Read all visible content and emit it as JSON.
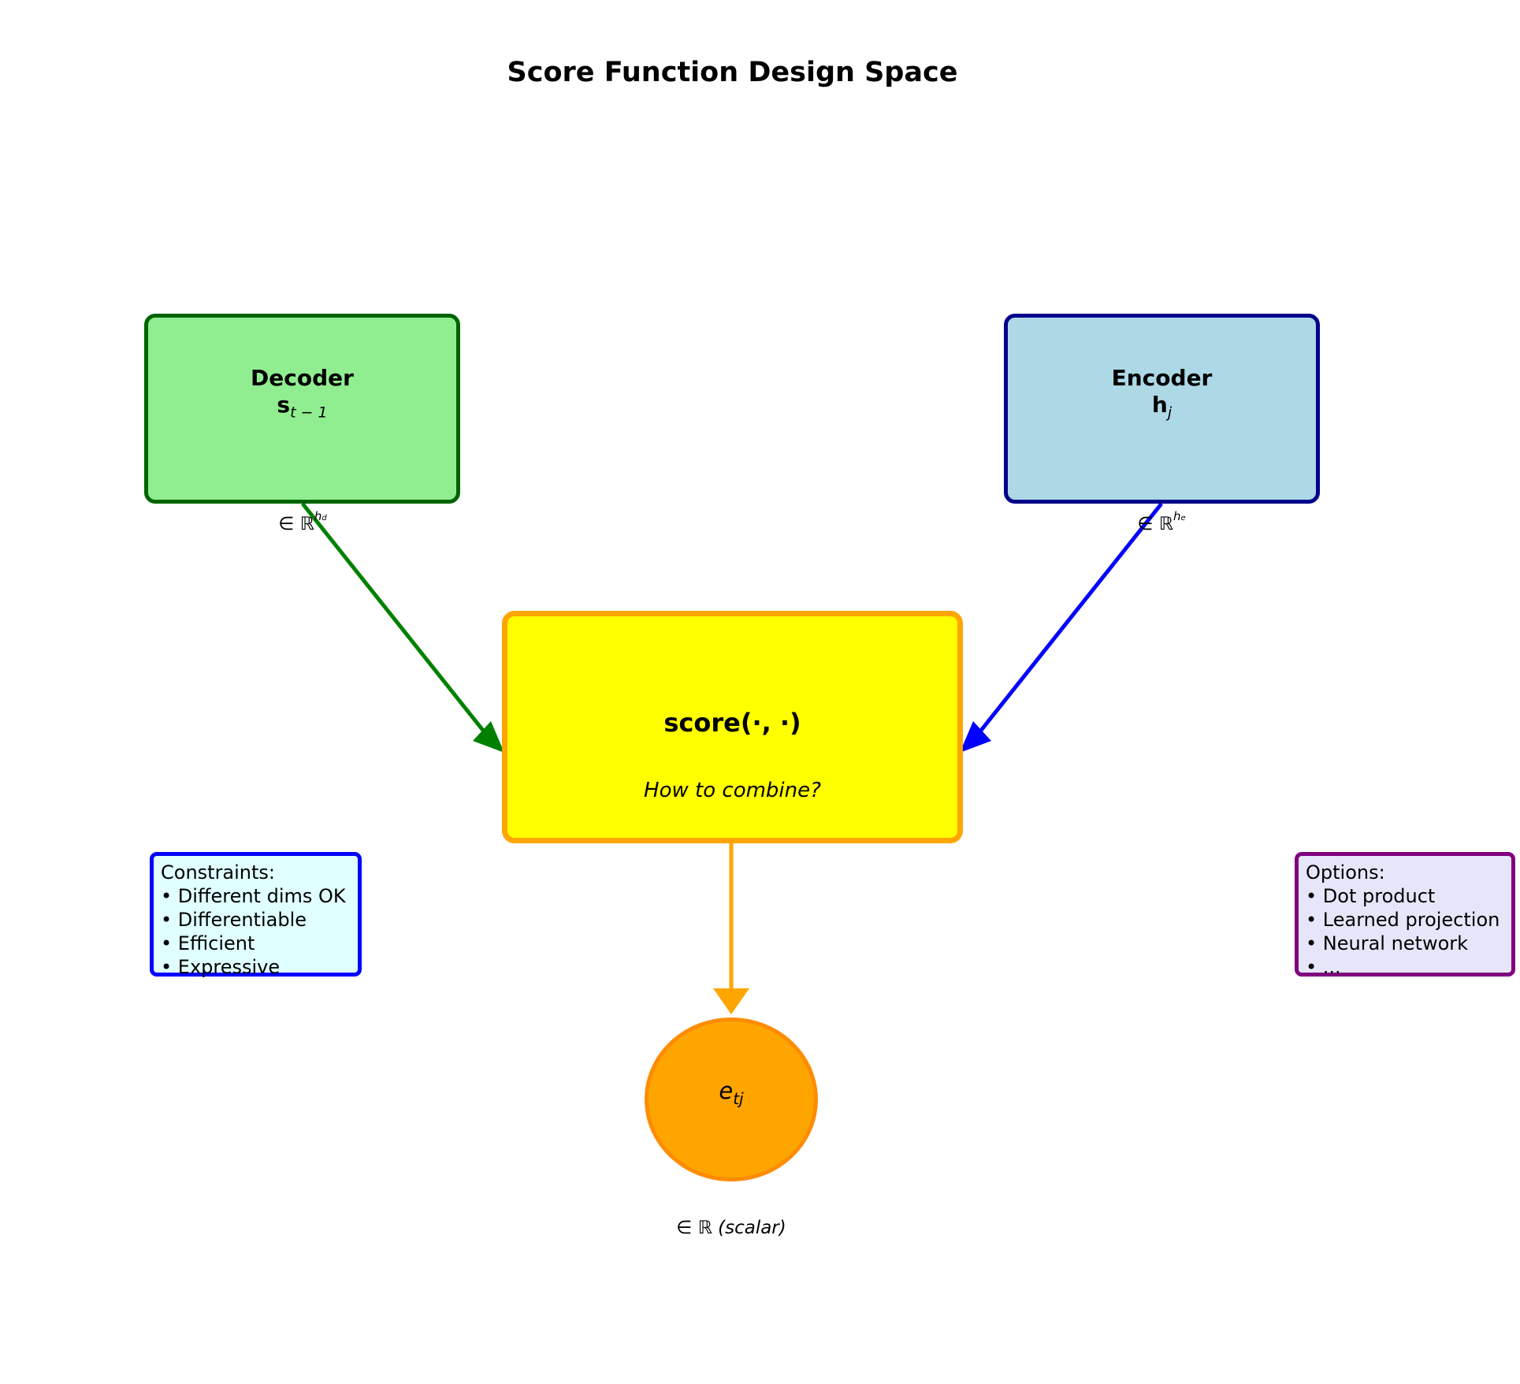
{
  "title": "Score Function Design Space",
  "decoder": {
    "label": "Decoder",
    "symbol": "s",
    "subscript": "t − 1",
    "dimension_prefix": "∈ ℝ",
    "dimension_power": "h",
    "dimension_power_sub": "d"
  },
  "encoder": {
    "label": "Encoder",
    "symbol": "h",
    "subscript": "j",
    "dimension_prefix": "∈ ℝ",
    "dimension_power": "h",
    "dimension_power_sub": "e"
  },
  "score": {
    "label": "score(·, ·)",
    "question": "How to combine?"
  },
  "output": {
    "symbol": "e",
    "subscript": "tj",
    "dimension": "∈ ℝ (scalar)"
  },
  "constraints": {
    "heading": "Constraints:",
    "items": [
      "• Different dims OK",
      "• Differentiable",
      "• Efficient",
      "• Expressive"
    ]
  },
  "options": {
    "heading": "Options:",
    "items": [
      "• Dot product",
      "• Learned projection",
      "• Neural network",
      "• ..."
    ]
  },
  "colors": {
    "decoder_fill": "#90ee90",
    "decoder_edge": "#006400",
    "decoder_arrow": "#008000",
    "encoder_fill": "#add8e6",
    "encoder_edge": "#00008b",
    "encoder_arrow": "#0000ff",
    "score_fill": "#ffff00",
    "score_edge": "#ffa500",
    "output_fill": "#ffa500",
    "output_edge": "#ff8c00"
  }
}
